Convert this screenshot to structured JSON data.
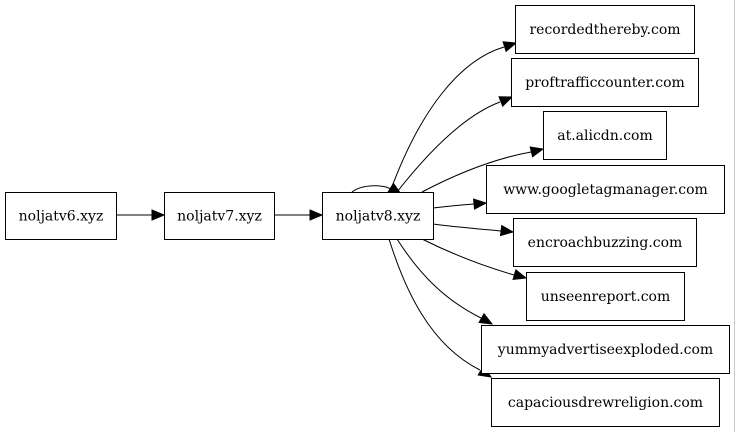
{
  "graph": {
    "nodes": [
      {
        "id": "n6",
        "label": "noljatv6.xyz"
      },
      {
        "id": "n7",
        "label": "noljatv7.xyz"
      },
      {
        "id": "n8",
        "label": "noljatv8.xyz"
      },
      {
        "id": "t1",
        "label": "recordedthereby.com"
      },
      {
        "id": "t2",
        "label": "proftrafficcounter.com"
      },
      {
        "id": "t3",
        "label": "at.alicdn.com"
      },
      {
        "id": "t4",
        "label": "www.googletagmanager.com"
      },
      {
        "id": "t5",
        "label": "encroachbuzzing.com"
      },
      {
        "id": "t6",
        "label": "unseenreport.com"
      },
      {
        "id": "t7",
        "label": "yummyadvertiseexploded.com"
      },
      {
        "id": "t8",
        "label": "capaciousdrewreligion.com"
      }
    ],
    "edges": [
      {
        "from": "n6",
        "to": "n7"
      },
      {
        "from": "n7",
        "to": "n8"
      },
      {
        "from": "n8",
        "to": "n8"
      },
      {
        "from": "n8",
        "to": "t1"
      },
      {
        "from": "n8",
        "to": "t2"
      },
      {
        "from": "n8",
        "to": "t3"
      },
      {
        "from": "n8",
        "to": "t4"
      },
      {
        "from": "n8",
        "to": "t5"
      },
      {
        "from": "n8",
        "to": "t6"
      },
      {
        "from": "n8",
        "to": "t7"
      },
      {
        "from": "n8",
        "to": "t8"
      }
    ]
  }
}
